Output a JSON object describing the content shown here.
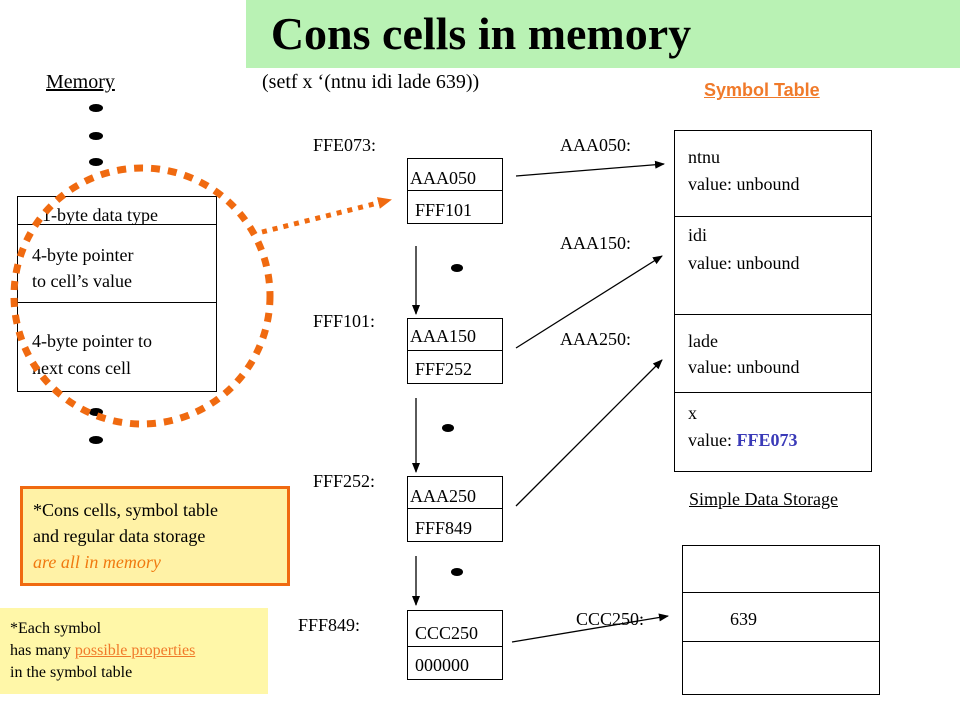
{
  "title": "Cons cells in memory",
  "memory_label": "Memory",
  "expression": "(setf x ‘(ntnu idi lade 639))",
  "symbol_table_header": "Symbol Table",
  "memory_cell": {
    "field1": "1-byte data type",
    "field2_line1": "4-byte pointer",
    "field2_line2": "to cell’s value",
    "field3_line1": "4-byte pointer to",
    "field3_line2": "next cons cell"
  },
  "cons_cells": [
    {
      "address": "FFE073:",
      "car": "AAA050",
      "cdr": "FFF101"
    },
    {
      "address": "FFF101:",
      "car": "AAA150",
      "cdr": "FFF252"
    },
    {
      "address": "FFF252:",
      "car": "AAA250",
      "cdr": "FFF849"
    },
    {
      "address": "FFF849:",
      "car": "CCC250",
      "cdr": "000000"
    }
  ],
  "symbol_addresses": [
    "AAA050:",
    "AAA150:",
    "AAA250:"
  ],
  "symbols": [
    {
      "name": "ntnu",
      "value": "value: unbound"
    },
    {
      "name": "idi",
      "value": "value: unbound"
    },
    {
      "name": "lade",
      "value": "value: unbound"
    },
    {
      "name": "x",
      "value_prefix": "value: ",
      "value_pointer": "FFE073"
    }
  ],
  "simple_storage_label": "Simple Data Storage",
  "data_address": "CCC250:",
  "data_value": "639",
  "note1": {
    "line1": "*Cons cells, symbol table",
    "line2": "and regular data storage",
    "line3": "are all in memory"
  },
  "note2": {
    "line1": "*Each symbol",
    "line2_prefix": "has many ",
    "line2_link": "possible properties",
    "line3": "in the symbol table"
  },
  "colors": {
    "title_bg": "#b9f2b4",
    "accent_orange": "#f07a2a",
    "pointer_blue": "#3a3ab8",
    "note_bg": "#fff2a6"
  }
}
